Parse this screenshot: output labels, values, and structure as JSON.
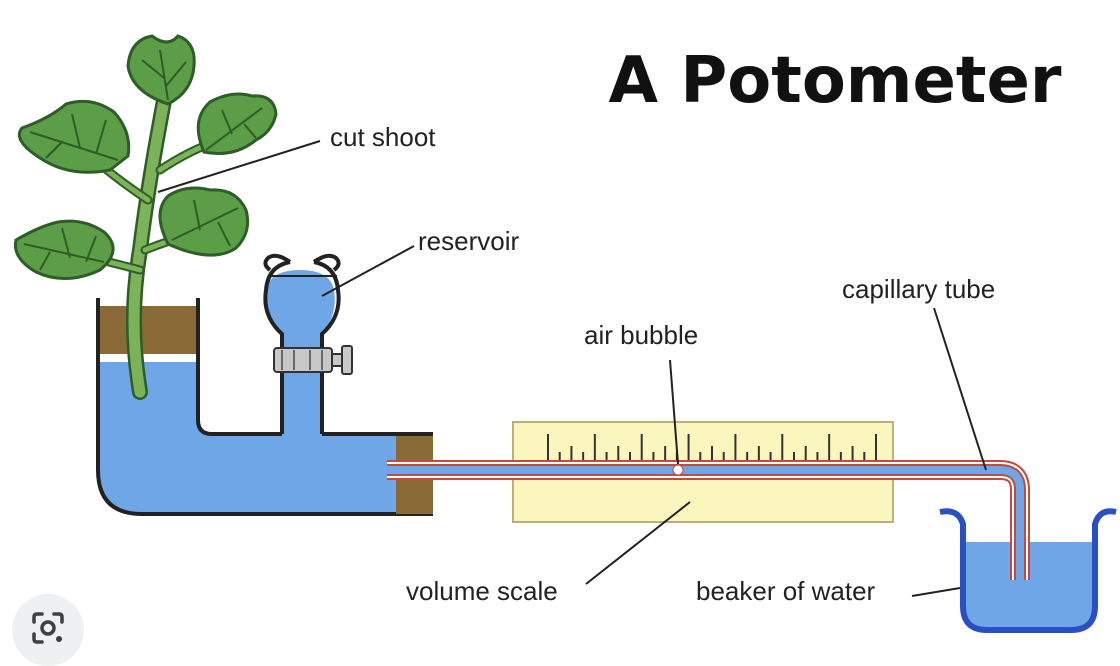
{
  "title": "A Potometer",
  "labels": {
    "cut_shoot": "cut shoot",
    "reservoir": "reservoir",
    "capillary_tube": "capillary tube",
    "air_bubble": "air bubble",
    "volume_scale": "volume scale",
    "beaker_of_water": "beaker of water"
  },
  "colors": {
    "water": "#6ea6e8",
    "leaf": "#5b9e47",
    "leaf_dark": "#2f5d28",
    "stem": "#7cb25a",
    "stopper": "#8a6a36",
    "scale_fill": "#fbf6be",
    "tube_outline": "#c14b3c",
    "glass_outline": "#222222",
    "beaker_outline": "#2a4fc2"
  },
  "icons": [
    "lens-search-icon"
  ]
}
